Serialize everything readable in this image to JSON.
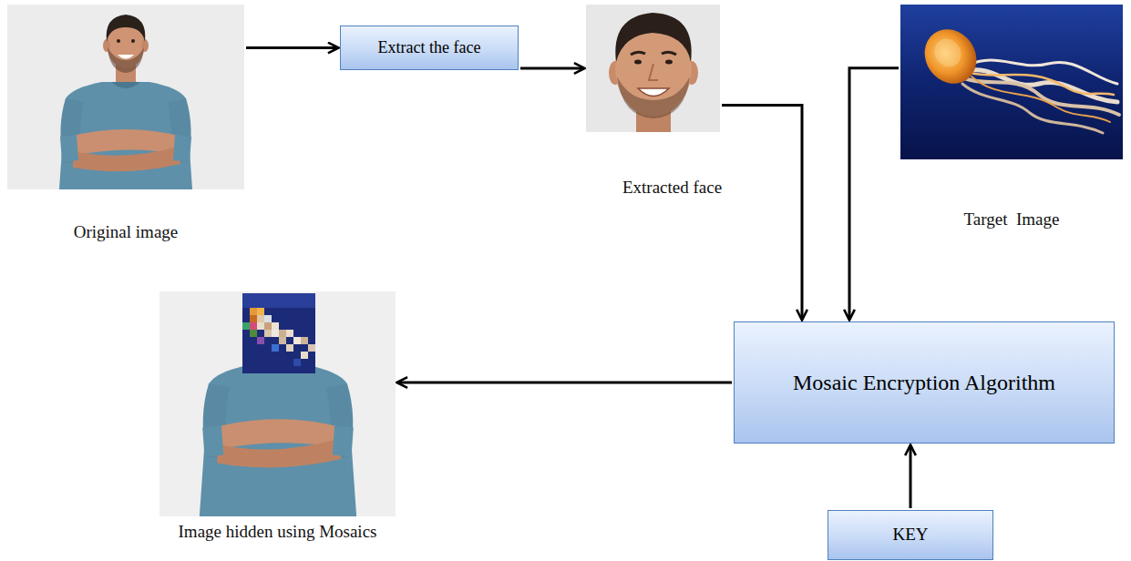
{
  "diagram": {
    "nodes": [
      {
        "text": [
          "Original image"
        ]
      },
      {
        "text": [
          "Extract the face"
        ]
      },
      {
        "text": [
          "Extracted face"
        ]
      },
      {
        "text": [
          "Target  Image"
        ]
      },
      {
        "text": [
          "Mosaic Encryption Algorithm"
        ]
      },
      {
        "text": [
          "Image hidden using Mosaics"
        ]
      },
      {
        "text": [
          "KEY"
        ]
      }
    ],
    "edges": [
      {
        "from": 0,
        "to": 1,
        "arrow": "to"
      },
      {
        "from": 1,
        "to": 2,
        "arrow": "to"
      },
      {
        "from": 2,
        "to": 4,
        "arrow": "to"
      },
      {
        "from": 3,
        "to": 4,
        "arrow": "to"
      },
      {
        "from": 4,
        "to": 5,
        "arrow": "to"
      },
      {
        "from": 6,
        "to": 4,
        "arrow": "to"
      }
    ]
  }
}
